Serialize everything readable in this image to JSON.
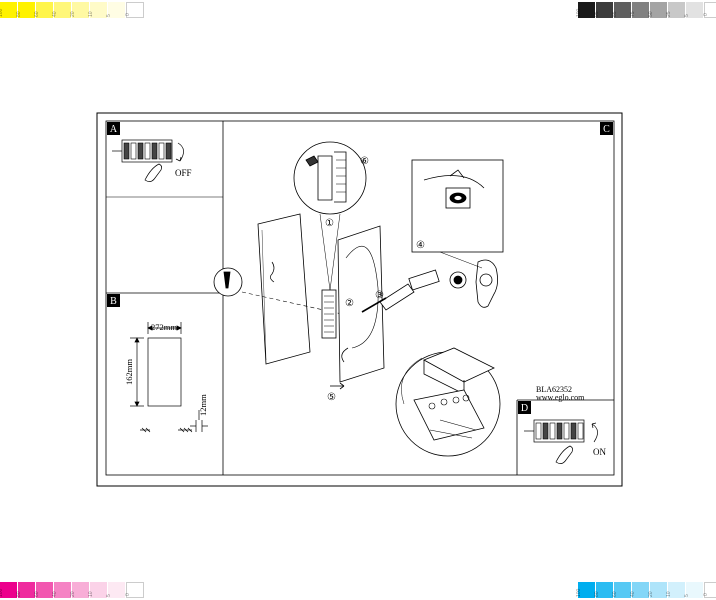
{
  "color_strips": {
    "yellow": {
      "colors": [
        "#fff200",
        "#fff200",
        "#fff54a",
        "#fff77a",
        "#fff9a3",
        "#fffbc8",
        "#fffde4",
        "#ffffff"
      ],
      "labels": [
        "100",
        "80",
        "60",
        "40",
        "20",
        "10",
        "5",
        "0"
      ]
    },
    "gray": {
      "colors": [
        "#1a1a1a",
        "#3c3c3c",
        "#5f5f5f",
        "#818181",
        "#a4a4a4",
        "#c8c8c8",
        "#e2e2e2",
        "#ffffff"
      ],
      "labels": [
        "100",
        "95",
        "85",
        "75",
        "50",
        "25",
        "5",
        "0"
      ]
    },
    "magenta": {
      "colors": [
        "#ec008c",
        "#ef2b9e",
        "#f257b0",
        "#f583c4",
        "#f8aed7",
        "#fbd2e8",
        "#fde9f3",
        "#ffffff"
      ],
      "labels": [
        "100",
        "80",
        "60",
        "40",
        "20",
        "10",
        "5",
        "0"
      ]
    },
    "cyan": {
      "colors": [
        "#00aeef",
        "#2bbcf2",
        "#57c9f4",
        "#83d6f7",
        "#aee4fa",
        "#d2f0fc",
        "#e9f8fd",
        "#ffffff"
      ],
      "labels": [
        "100",
        "80",
        "60",
        "40",
        "20",
        "10",
        "5",
        "0"
      ]
    }
  },
  "panels": {
    "A": {
      "letter": "A",
      "switch_text": "OFF"
    },
    "B": {
      "letter": "B",
      "width_dim": "272mm",
      "height_dim": "162mm",
      "depth_dim": "12mm"
    },
    "C": {
      "letter": "C",
      "steps": [
        "①",
        "②",
        "③",
        "④",
        "⑤",
        "⑥"
      ]
    },
    "D": {
      "letter": "D",
      "switch_text": "ON"
    }
  },
  "product": {
    "model": "BLA62352",
    "website": "www.eglo.com"
  }
}
